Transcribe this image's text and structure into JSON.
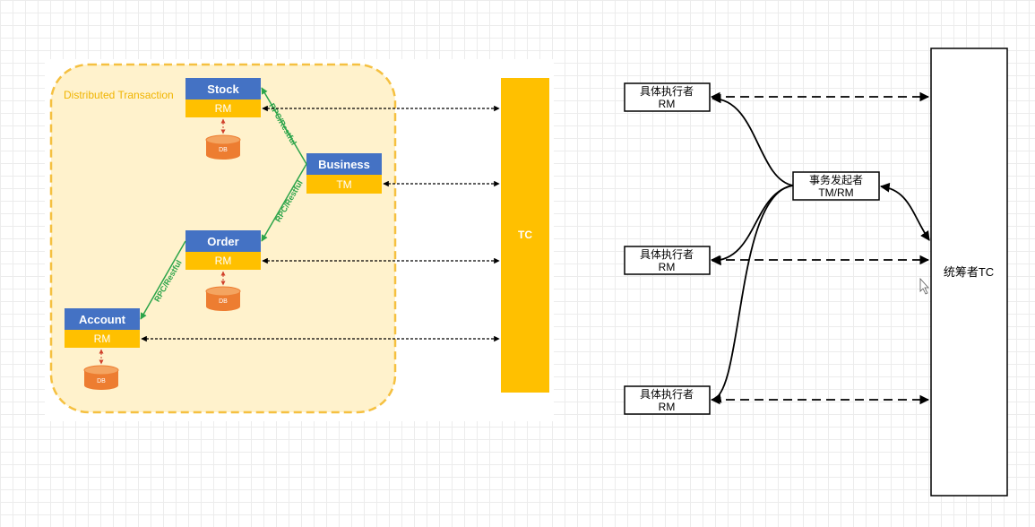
{
  "left_diagram": {
    "region_label": "Distributed Transaction",
    "stock": {
      "name": "Stock",
      "role": "RM",
      "db": "DB"
    },
    "business": {
      "name": "Business",
      "role": "TM"
    },
    "order": {
      "name": "Order",
      "role": "RM",
      "db": "DB"
    },
    "account": {
      "name": "Account",
      "role": "RM",
      "db": "DB"
    },
    "rpc_label": "RPC/Restful",
    "tc_label": "TC"
  },
  "right_diagram": {
    "executor_line1": "具体执行者",
    "executor_line2": "RM",
    "initiator_line1": "事务发起者",
    "initiator_line2": "TM/RM",
    "coordinator_label": "统筹者TC"
  },
  "colors": {
    "blue": "#4472c4",
    "orange": "#ffc000",
    "region_fill": "#fff2cc",
    "region_border": "#f5c040",
    "db_fill": "#ed7d31",
    "rpc_green": "#2ca44a"
  }
}
